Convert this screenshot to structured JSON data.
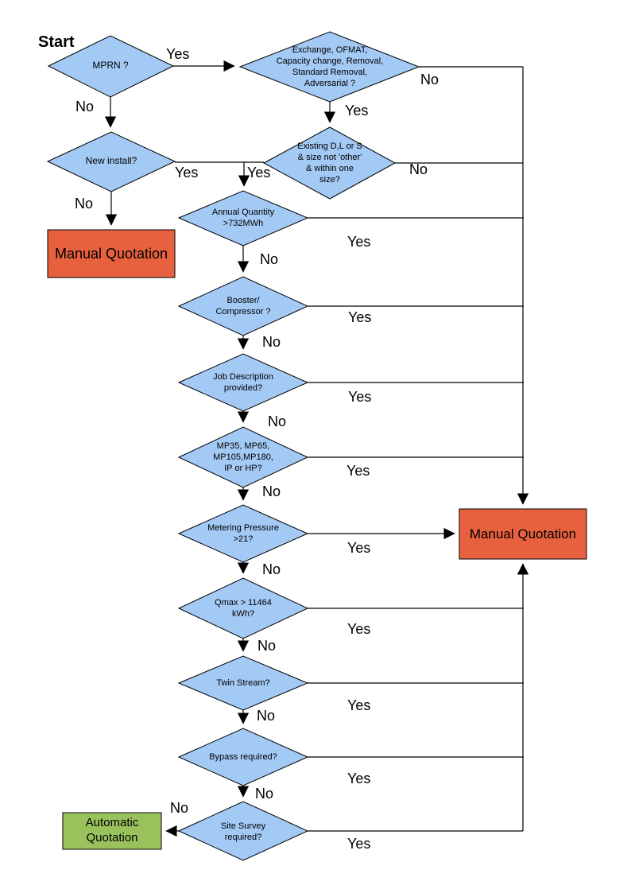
{
  "title": "Quotation decision flowchart",
  "colors": {
    "decision_fill": "#A3C9F5",
    "manual_quotation_fill": "#E8613F",
    "automatic_quotation_fill": "#9AC25C",
    "line": "#000000",
    "background": "#FFFFFF"
  },
  "flow": {
    "start": "Start",
    "decisions": {
      "mprn": "MPRN ?",
      "exchange": "Exchange, OFMAT, Capacity change, Removal, Standard Removal, Adversarial ?",
      "existing": "Existing D,L or S & size not 'other' & within one size?",
      "new_install": "New install?",
      "annual_quantity": "Annual Quantity >732MWh",
      "booster": "Booster/ Compressor ?",
      "job_description": "Job Description provided?",
      "mp_tier": "MP35, MP65, MP105,MP180, IP or HP?",
      "metering_pressure": "Metering Pressure >21?",
      "qmax": "Qmax > 11464 kWh?",
      "twin_stream": "Twin Stream?",
      "bypass": "Bypass required?",
      "site_survey": "Site Survey required?"
    },
    "outcomes": {
      "manual_left": "Manual Quotation",
      "manual_right": "Manual Quotation",
      "automatic": "Automatic Quotation"
    },
    "edges": {
      "mprn_yes": "Yes",
      "mprn_no": "No",
      "exchange_yes": "Yes",
      "exchange_no": "No",
      "existing_yes": "Yes",
      "existing_no": "No",
      "new_install_yes": "Yes",
      "new_install_no": "No",
      "annual_yes": "Yes",
      "annual_no": "No",
      "booster_yes": "Yes",
      "booster_no": "No",
      "job_yes": "Yes",
      "job_no": "No",
      "mp_yes": "Yes",
      "mp_no": "No",
      "metering_yes": "Yes",
      "metering_no": "No",
      "qmax_yes": "Yes",
      "qmax_no": "No",
      "twin_yes": "Yes",
      "twin_no": "No",
      "bypass_yes": "Yes",
      "bypass_no": "No",
      "site_yes": "Yes",
      "site_no": "No"
    }
  }
}
